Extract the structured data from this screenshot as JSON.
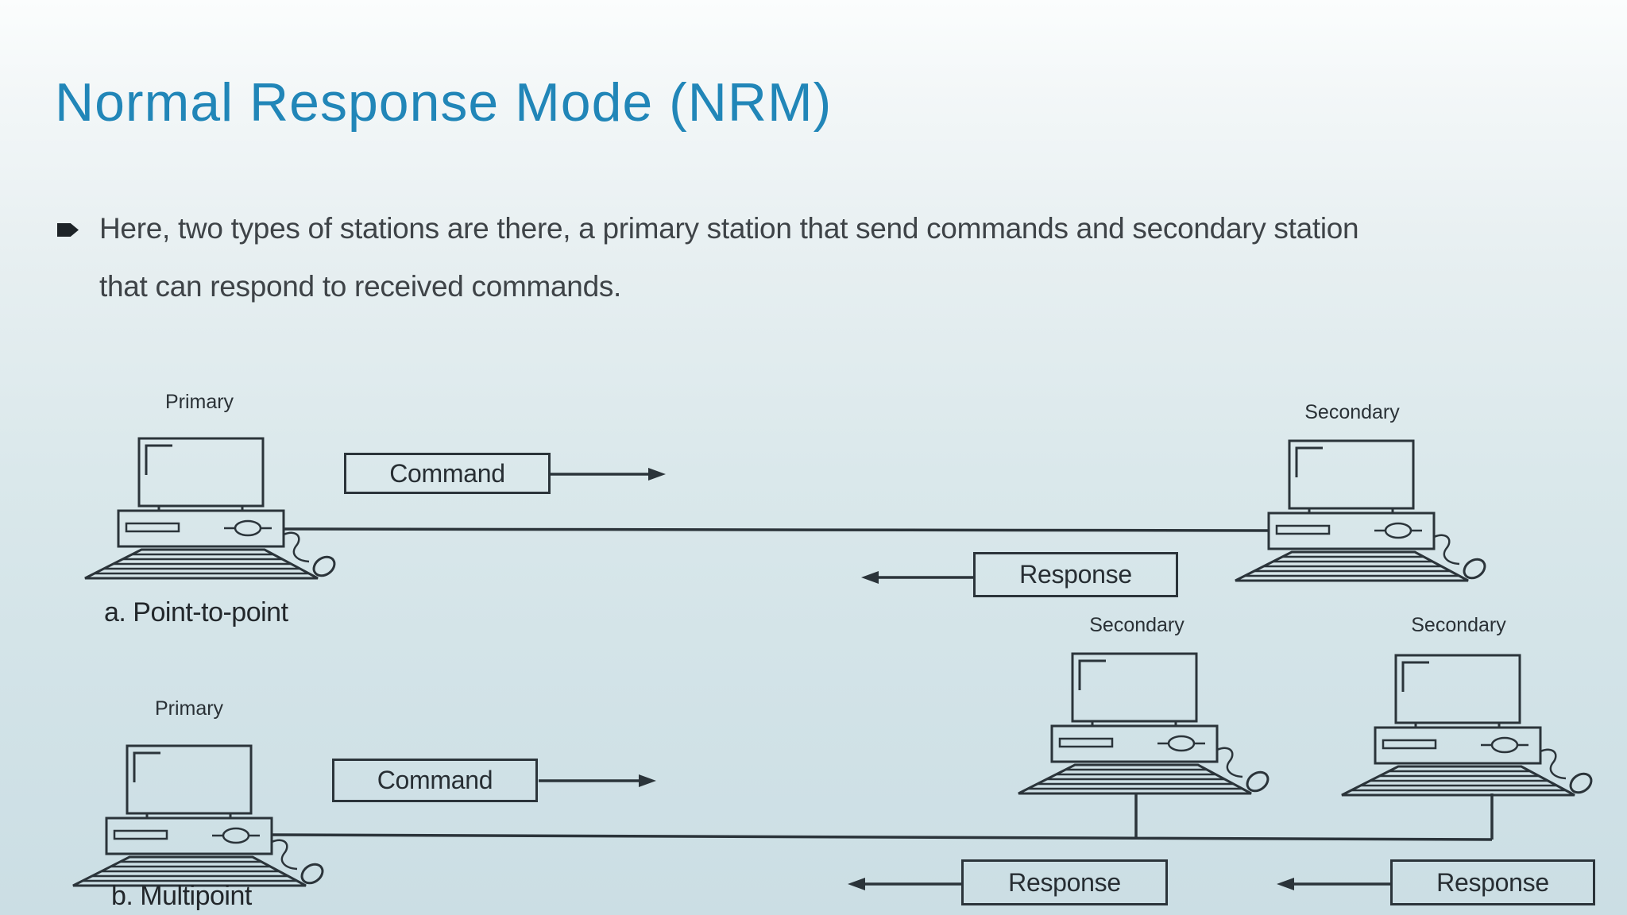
{
  "slide": {
    "title": "Normal Response Mode (NRM)",
    "bullet": {
      "lines": [
        "Here, two types of stations are there, a primary station that send commands and secondary station",
        "that can respond to received commands."
      ]
    }
  },
  "diagram_a": {
    "caption": "a. Point-to-point",
    "primary_label": "Primary",
    "secondary_label": "Secondary",
    "command_label": "Command",
    "response_label": "Response"
  },
  "diagram_b": {
    "caption": "b. Multipoint",
    "primary_label": "Primary",
    "secondary_label_1": "Secondary",
    "secondary_label_2": "Secondary",
    "command_label": "Command",
    "response_label_1": "Response",
    "response_label_2": "Response"
  },
  "colors": {
    "title_accent": "#2186B8",
    "body_text": "#3E4347",
    "diagram_line": "#2B343A",
    "bullet_icon": "#1D2327",
    "background_top": "#FBFDFD",
    "background_bottom": "#CBDEE4"
  }
}
